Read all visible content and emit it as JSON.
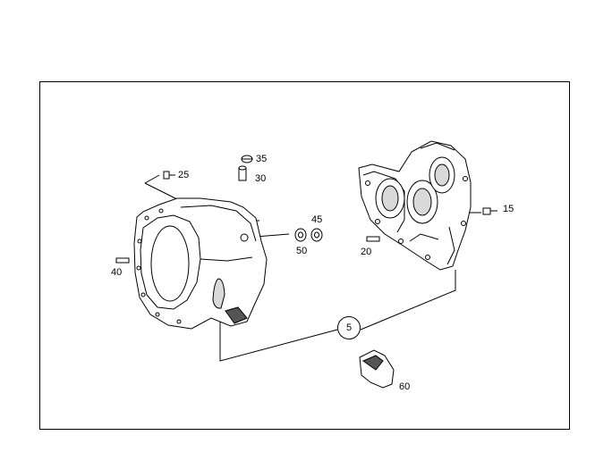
{
  "callouts": {
    "c5": "5",
    "c15": "15",
    "c20": "20",
    "c25": "25",
    "c30": "30",
    "c35": "35",
    "c40": "40",
    "c45": "45",
    "c50": "50",
    "c60": "60"
  }
}
